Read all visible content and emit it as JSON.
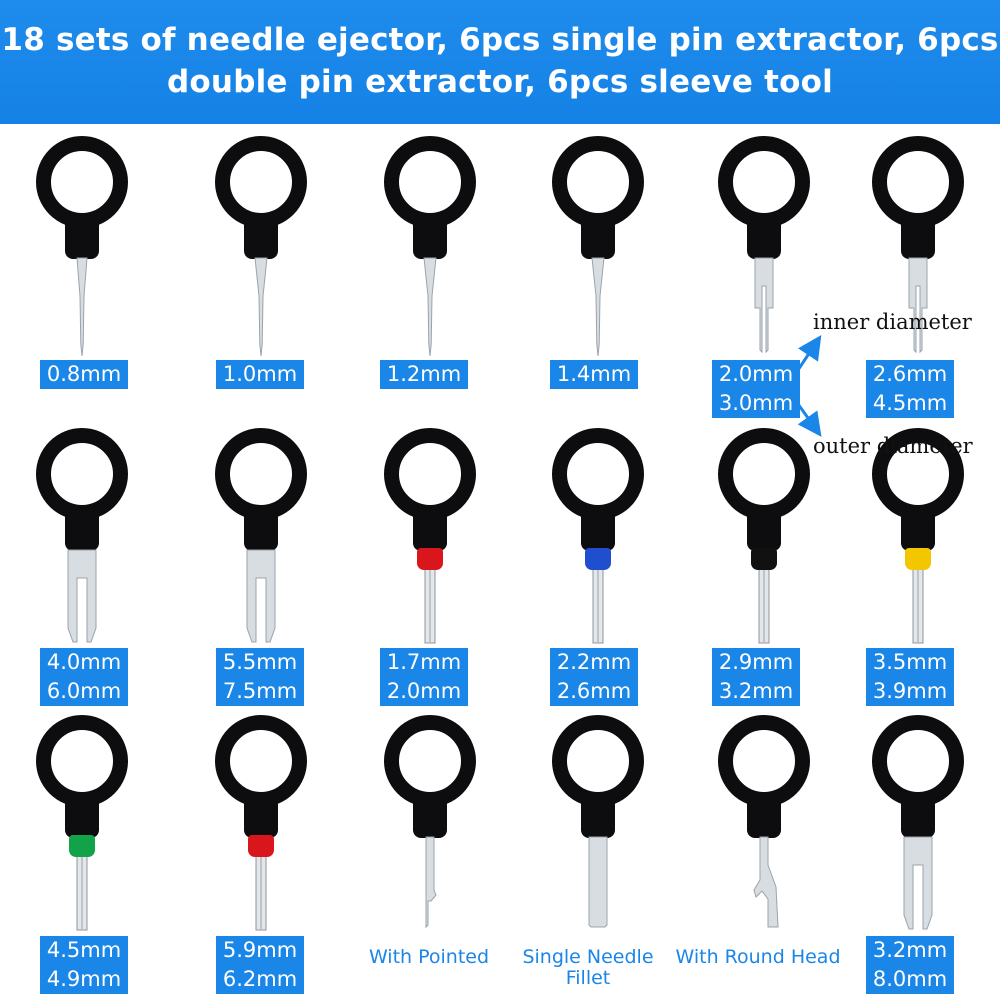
{
  "header": {
    "line1": "18 sets of needle ejector, 6pcs single pin extractor, 6pcs",
    "line2": "double pin extractor, 6pcs sleeve tool"
  },
  "annotations": {
    "inner": "inner diameter",
    "outer": "outer diameter"
  },
  "colors": {
    "banner": "#1581e6",
    "label_bg": "#1a86e8",
    "handle": "#0d0d0f",
    "sleeve_red": "#d9161b",
    "sleeve_blue": "#1f4fcf",
    "sleeve_black": "#111111",
    "sleeve_yellow": "#f3c600",
    "sleeve_green": "#12a34a",
    "sleeve_red2": "#d31a22"
  },
  "tools": [
    {
      "label": [
        "0.8mm"
      ],
      "kind": "needle"
    },
    {
      "label": [
        "1.0mm"
      ],
      "kind": "needle"
    },
    {
      "label": [
        "1.2mm"
      ],
      "kind": "needle"
    },
    {
      "label": [
        "1.4mm"
      ],
      "kind": "needle"
    },
    {
      "label": [
        "2.0mm",
        "3.0mm"
      ],
      "kind": "fork"
    },
    {
      "label": [
        "2.6mm",
        "4.5mm"
      ],
      "kind": "fork"
    },
    {
      "label": [
        "4.0mm",
        "6.0mm"
      ],
      "kind": "wide-fork"
    },
    {
      "label": [
        "5.5mm",
        "7.5mm"
      ],
      "kind": "wide-fork"
    },
    {
      "label": [
        "1.7mm",
        "2.0mm"
      ],
      "kind": "sleeve",
      "sleeve": "red"
    },
    {
      "label": [
        "2.2mm",
        "2.6mm"
      ],
      "kind": "sleeve",
      "sleeve": "blue"
    },
    {
      "label": [
        "2.9mm",
        "3.2mm"
      ],
      "kind": "sleeve",
      "sleeve": "black"
    },
    {
      "label": [
        "3.5mm",
        "3.9mm"
      ],
      "kind": "sleeve",
      "sleeve": "yellow"
    },
    {
      "label": [
        "4.5mm",
        "4.9mm"
      ],
      "kind": "sleeve",
      "sleeve": "green"
    },
    {
      "label": [
        "5.9mm",
        "6.2mm"
      ],
      "kind": "sleeve",
      "sleeve": "red"
    },
    {
      "caption": [
        "With Pointed"
      ],
      "kind": "pointed"
    },
    {
      "caption": [
        "Single Needle",
        "Fillet"
      ],
      "kind": "flat"
    },
    {
      "caption": [
        "With Round Head"
      ],
      "kind": "hook"
    },
    {
      "label": [
        "3.2mm",
        "8.0mm"
      ],
      "kind": "wide-fork"
    }
  ]
}
